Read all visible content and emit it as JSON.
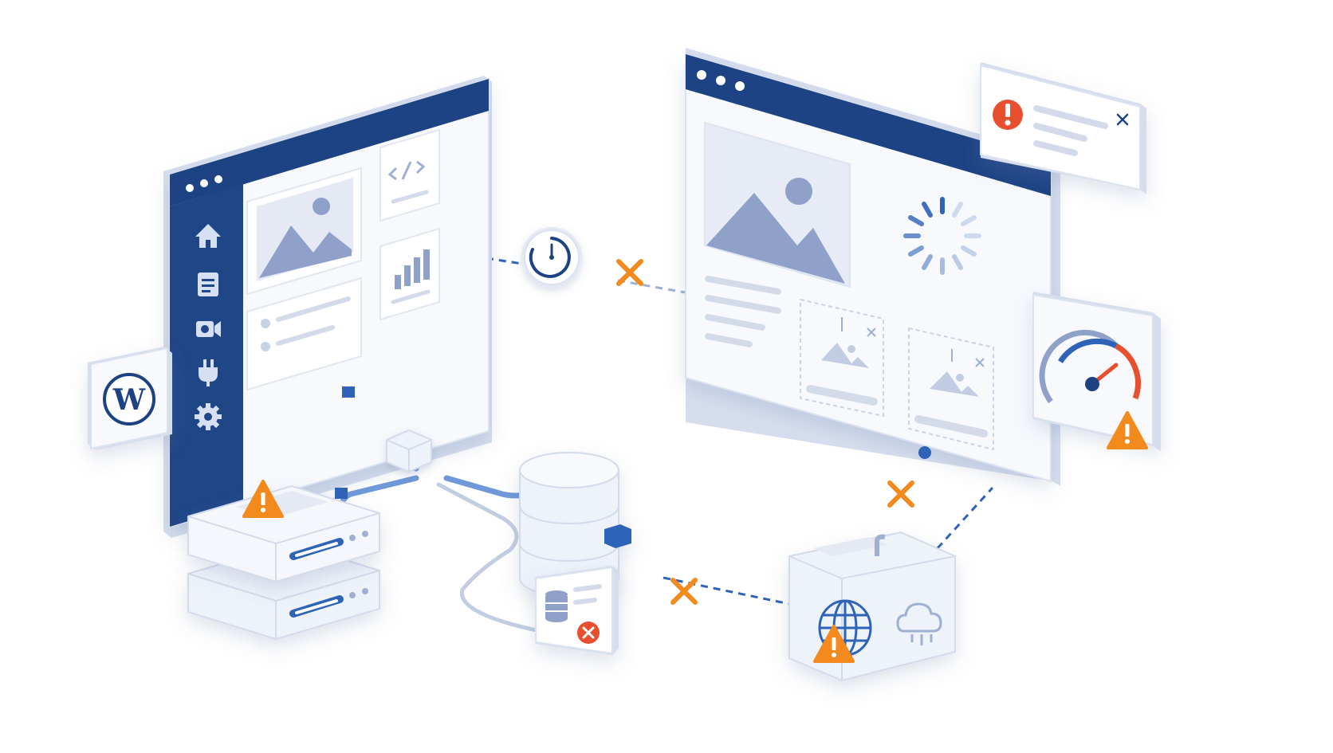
{
  "diagram": {
    "colors": {
      "navy": "#1d4384",
      "accent_blue": "#2e63b8",
      "muted_blue": "#8fa1c8",
      "light_fill": "#f6f8fd",
      "edge": "#d3dbeb",
      "warning": "#f28a1e",
      "error": "#e8502e",
      "background": "#ffffff"
    },
    "cms_window": {
      "sidebar_icons": [
        "home-icon",
        "document-icon",
        "video-icon",
        "plugin-icon",
        "settings-icon"
      ],
      "widgets": [
        "image-placeholder-icon",
        "code-icon",
        "bar-chart-icon",
        "list-widget"
      ],
      "badge": "wordpress-logo"
    },
    "live_site_window": {
      "elements": [
        "hero-image-placeholder",
        "loading-spinner-icon",
        "text-lines",
        "broken-image-card",
        "broken-image-card"
      ]
    },
    "status_icons": {
      "latency": "timer-icon",
      "performance": "speed-gauge-icon",
      "alert": "error-alert-icon",
      "warning": "warning-triangle-icon",
      "broken_link": "x-mark-icon",
      "db_error": "database-error-icon",
      "network": "globe-icon",
      "cloud": "cloud-icon"
    },
    "nodes": [
      "cms-window",
      "live-site-window",
      "server-stack",
      "database",
      "cdn-gateway"
    ]
  }
}
